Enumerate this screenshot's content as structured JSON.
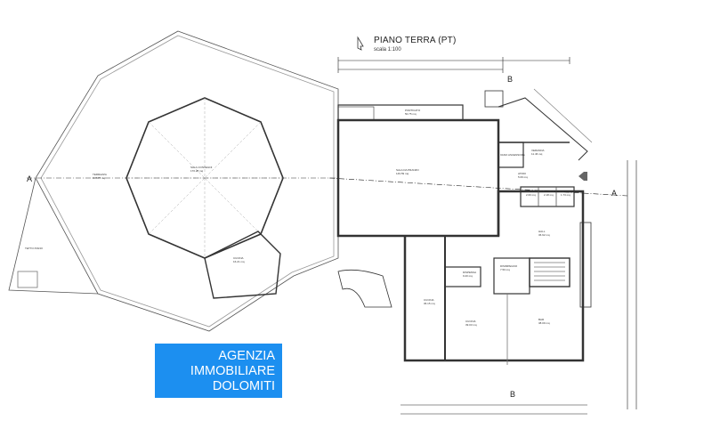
{
  "header": {
    "title": "PIANO TERRA (PT)",
    "scale": "scala 1:100"
  },
  "section_marks": {
    "a_left": "A",
    "a_right": "A",
    "b_top": "B",
    "b_bottom": "B"
  },
  "rooms": [
    {
      "name": "PORTICATO",
      "area": "50.75 mq"
    },
    {
      "name": "SALA DA PRANZO",
      "area": "149.59 mq"
    },
    {
      "name": "VERANDA",
      "area": "11.46 mq"
    },
    {
      "name": "VANO ASCENSORE",
      "area": ""
    },
    {
      "name": "ATRIO",
      "area": "5.09 mq"
    },
    {
      "name": "WC",
      "area": "2.60 mq"
    },
    {
      "name": "WC",
      "area": "2.18 mq"
    },
    {
      "name": "WC",
      "area": "1.73 mq"
    },
    {
      "name": "HALL",
      "area": "36.92 mq"
    },
    {
      "name": "DISIMPEGNO",
      "area": "7.50 mq"
    },
    {
      "name": "DISPENSA",
      "area": "9.20 mq"
    },
    {
      "name": "CUCINA",
      "area": "36.15 mq"
    },
    {
      "name": "CUCINA",
      "area": "39.03 mq"
    },
    {
      "name": "BAR",
      "area": "38.09 mq"
    },
    {
      "name": "SALA CONVEGNI",
      "area": "170.28 mq"
    },
    {
      "name": "TERRAZZA",
      "area": "307.77 mq"
    },
    {
      "name": "CUCINA",
      "area": "16.21 mq"
    },
    {
      "name": "TETTO PIANO",
      "area": ""
    }
  ],
  "logo": {
    "line1": "AGENZIA",
    "line2": "IMMOBILIARE",
    "line3": "DOLOMITI",
    "color": "#1c8ff0"
  }
}
